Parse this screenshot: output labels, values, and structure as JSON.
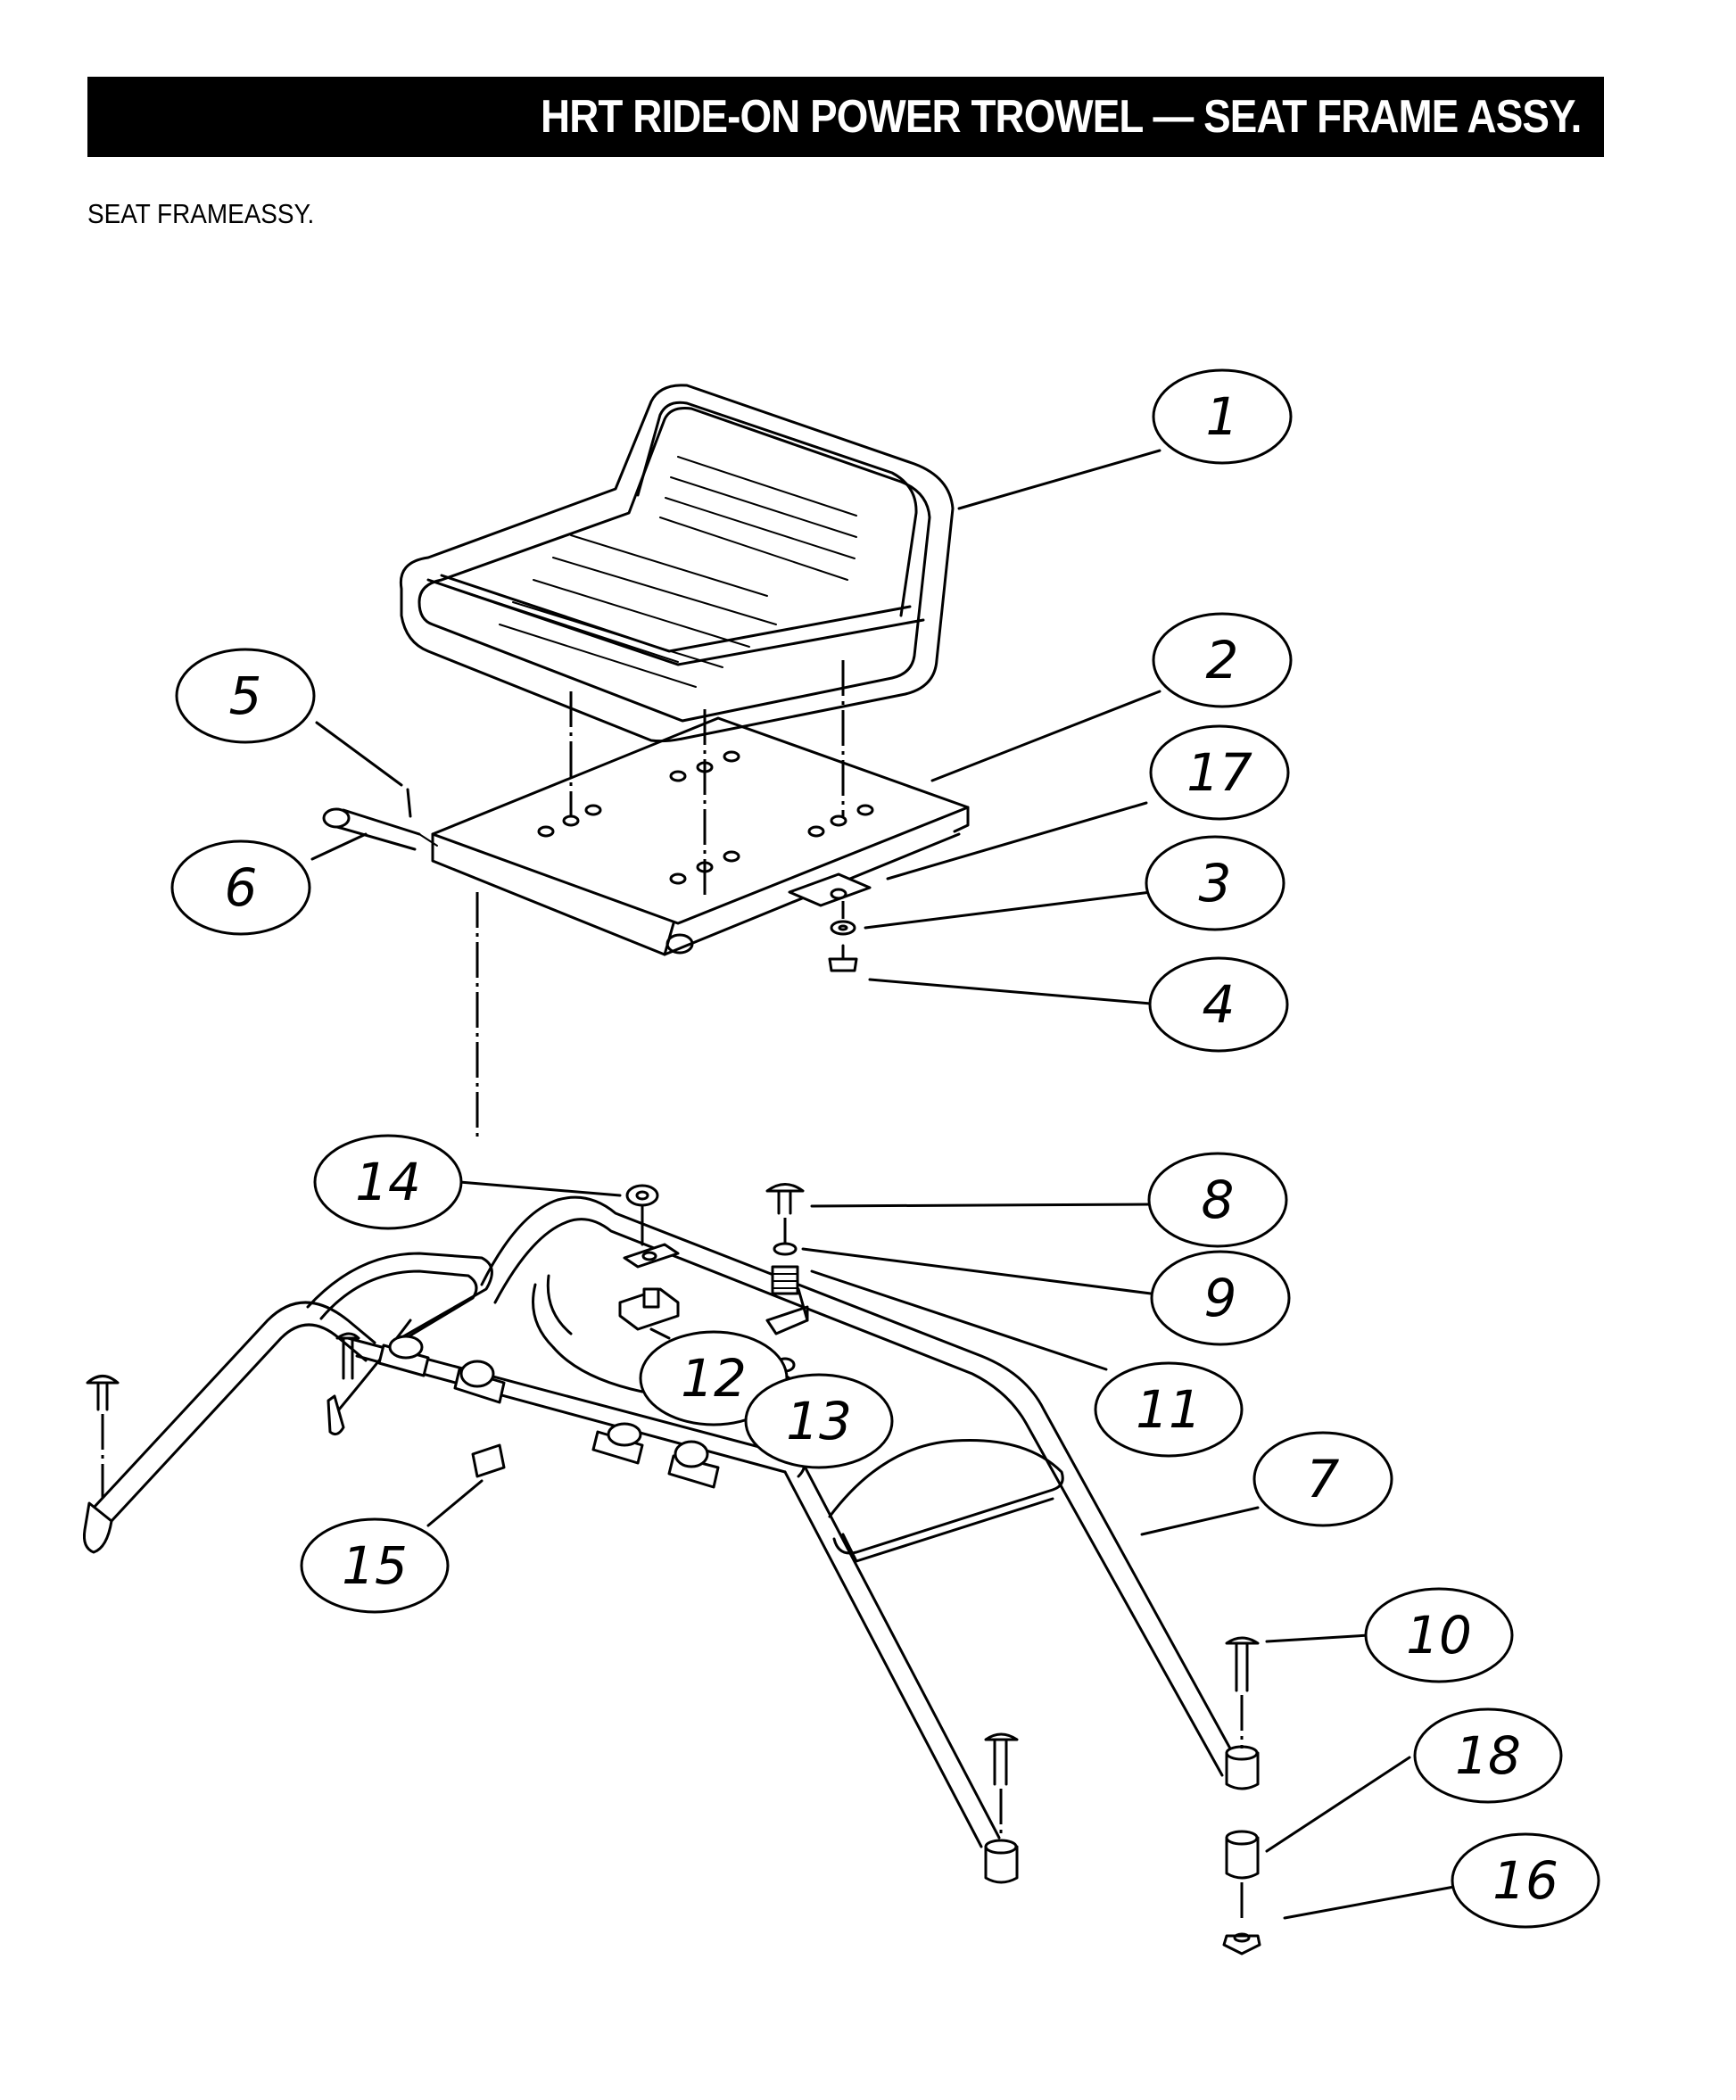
{
  "header": {
    "title": "HRT RIDE-ON POWER TROWEL  — SEAT FRAME  ASSY."
  },
  "section": {
    "label": "SEAT  FRAMEASSY."
  },
  "callouts": [
    "1",
    "2",
    "17",
    "3",
    "4",
    "5",
    "6",
    "14",
    "8",
    "9",
    "12",
    "13",
    "11",
    "7",
    "15",
    "10",
    "18",
    "16"
  ]
}
